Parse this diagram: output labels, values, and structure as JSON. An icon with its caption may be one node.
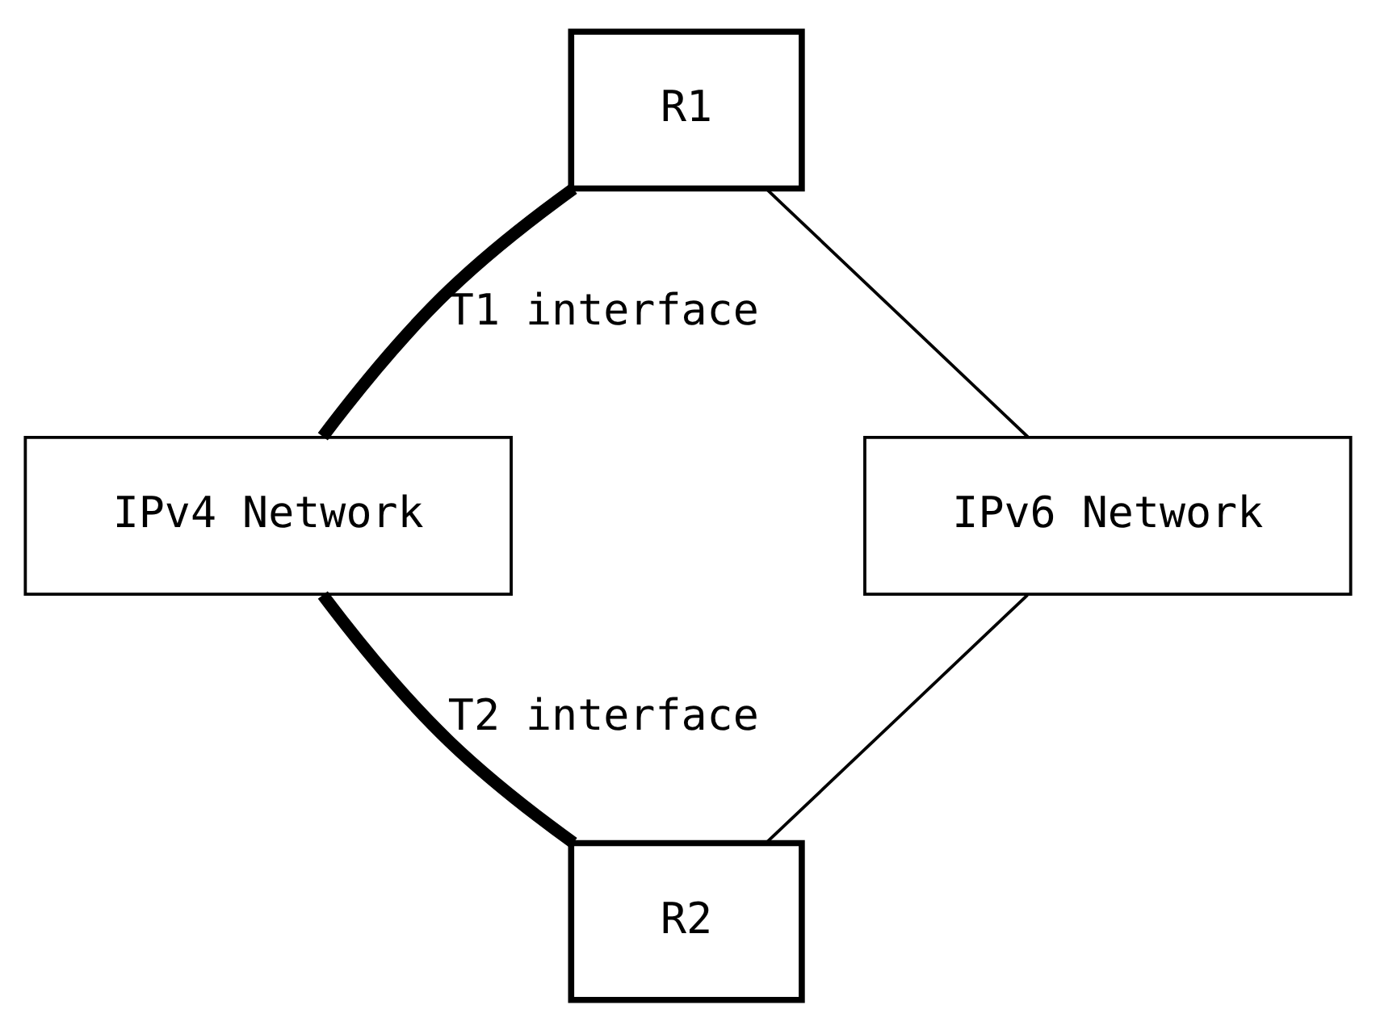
{
  "diagram": {
    "nodes": [
      {
        "text": [
          "R1"
        ]
      },
      {
        "text": [
          "IPv4 Network"
        ]
      },
      {
        "text": [
          "IPv6 Network"
        ]
      },
      {
        "text": [
          "R2"
        ]
      }
    ],
    "edges": [
      {
        "from": 0,
        "to": 1,
        "arrow": "none",
        "style": "thick",
        "label": "T1 interface"
      },
      {
        "from": 0,
        "to": 2,
        "arrow": "none"
      },
      {
        "from": 1,
        "to": 3,
        "arrow": "none",
        "style": "thick",
        "label": "T2 interface"
      },
      {
        "from": 2,
        "to": 3,
        "arrow": "none"
      }
    ]
  }
}
